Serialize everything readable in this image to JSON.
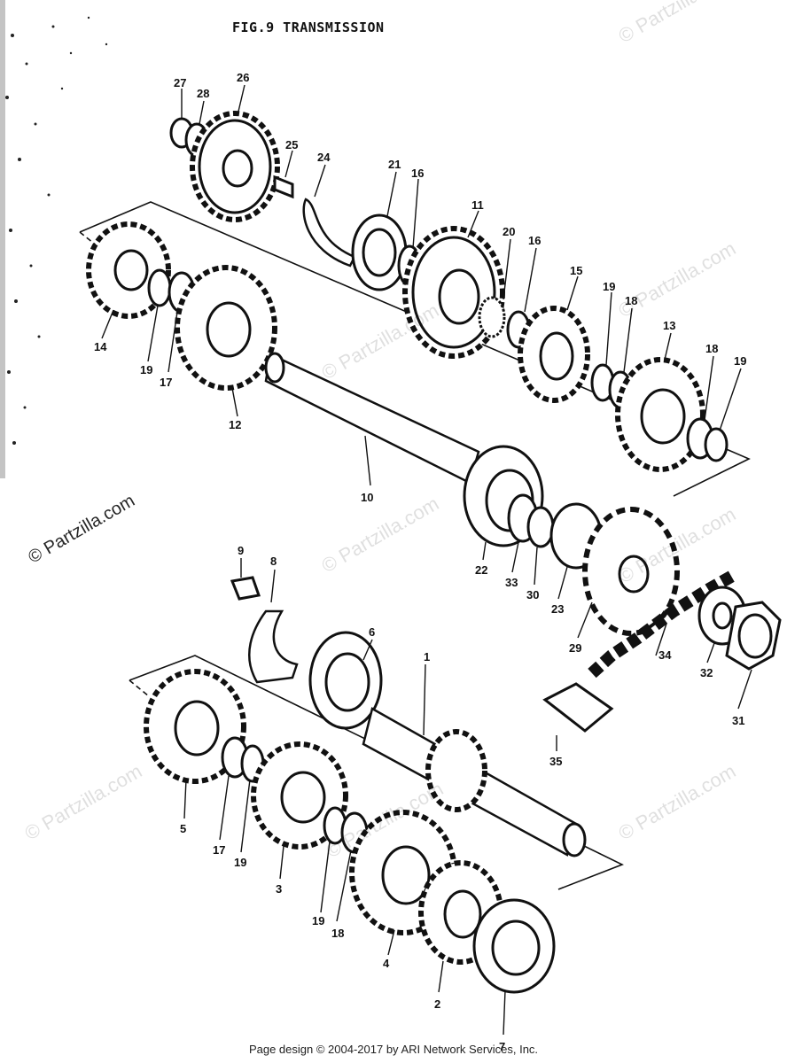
{
  "title": "FIG.9  TRANSMISSION",
  "footer": "Page design © 2004-2017 by ARI Network Services, Inc.",
  "watermark": "© Partzilla.com",
  "callouts": [
    "27",
    "28",
    "26",
    "25",
    "24",
    "21",
    "16",
    "11",
    "20",
    "16",
    "15",
    "19",
    "18",
    "13",
    "18",
    "19",
    "14",
    "19",
    "17",
    "12",
    "10",
    "22",
    "33",
    "30",
    "23",
    "29",
    "34",
    "32",
    "31",
    "35",
    "9",
    "8",
    "6",
    "1",
    "5",
    "17",
    "19",
    "3",
    "19",
    "18",
    "4",
    "2",
    "7"
  ]
}
